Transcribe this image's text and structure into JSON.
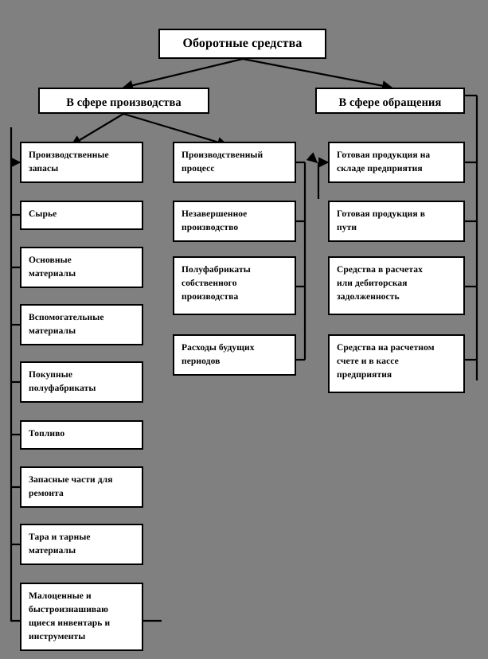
{
  "diagram": {
    "title_box": {
      "label": "Оборотные средства"
    },
    "level2": [
      {
        "id": "production-sphere",
        "label": "В сфере производства"
      },
      {
        "id": "circulation-sphere",
        "label": "В сфере обращения"
      }
    ],
    "columns": {
      "production_inventories": {
        "heading": "Производственные\nзапасы",
        "items": [
          "Сырье",
          "Основные\nматериалы",
          "Вспомогательные\nматериалы",
          "Покупные\nполуфабрикаты",
          "Топливо",
          "Запасные части для\nремонта",
          "Тара и тарные\nматериалы",
          "Малоценные и\nбыстроизнашиваю\nщиеся инвентарь и\nинструменты"
        ]
      },
      "production_process": {
        "heading": "Производственный\nпроцесс",
        "items": [
          "Незавершенное\nпроизводство",
          "Полуфабрикаты\nсобственного\nпроизводства",
          "Расходы будущих\nпериодов"
        ]
      },
      "circulation": {
        "heading": "Готовая продукция на\nскладе предприятия",
        "items": [
          "Готовая продукция в\nпути",
          "Средства в расчетах\nили дебиторская\nзадолженность",
          "Средства на расчетном\nсчете и  в кассе\nпредприятия"
        ]
      }
    },
    "colors": {
      "background": "#808080",
      "box_fill": "#ffffff",
      "line": "#000000",
      "text": "#000000"
    }
  }
}
